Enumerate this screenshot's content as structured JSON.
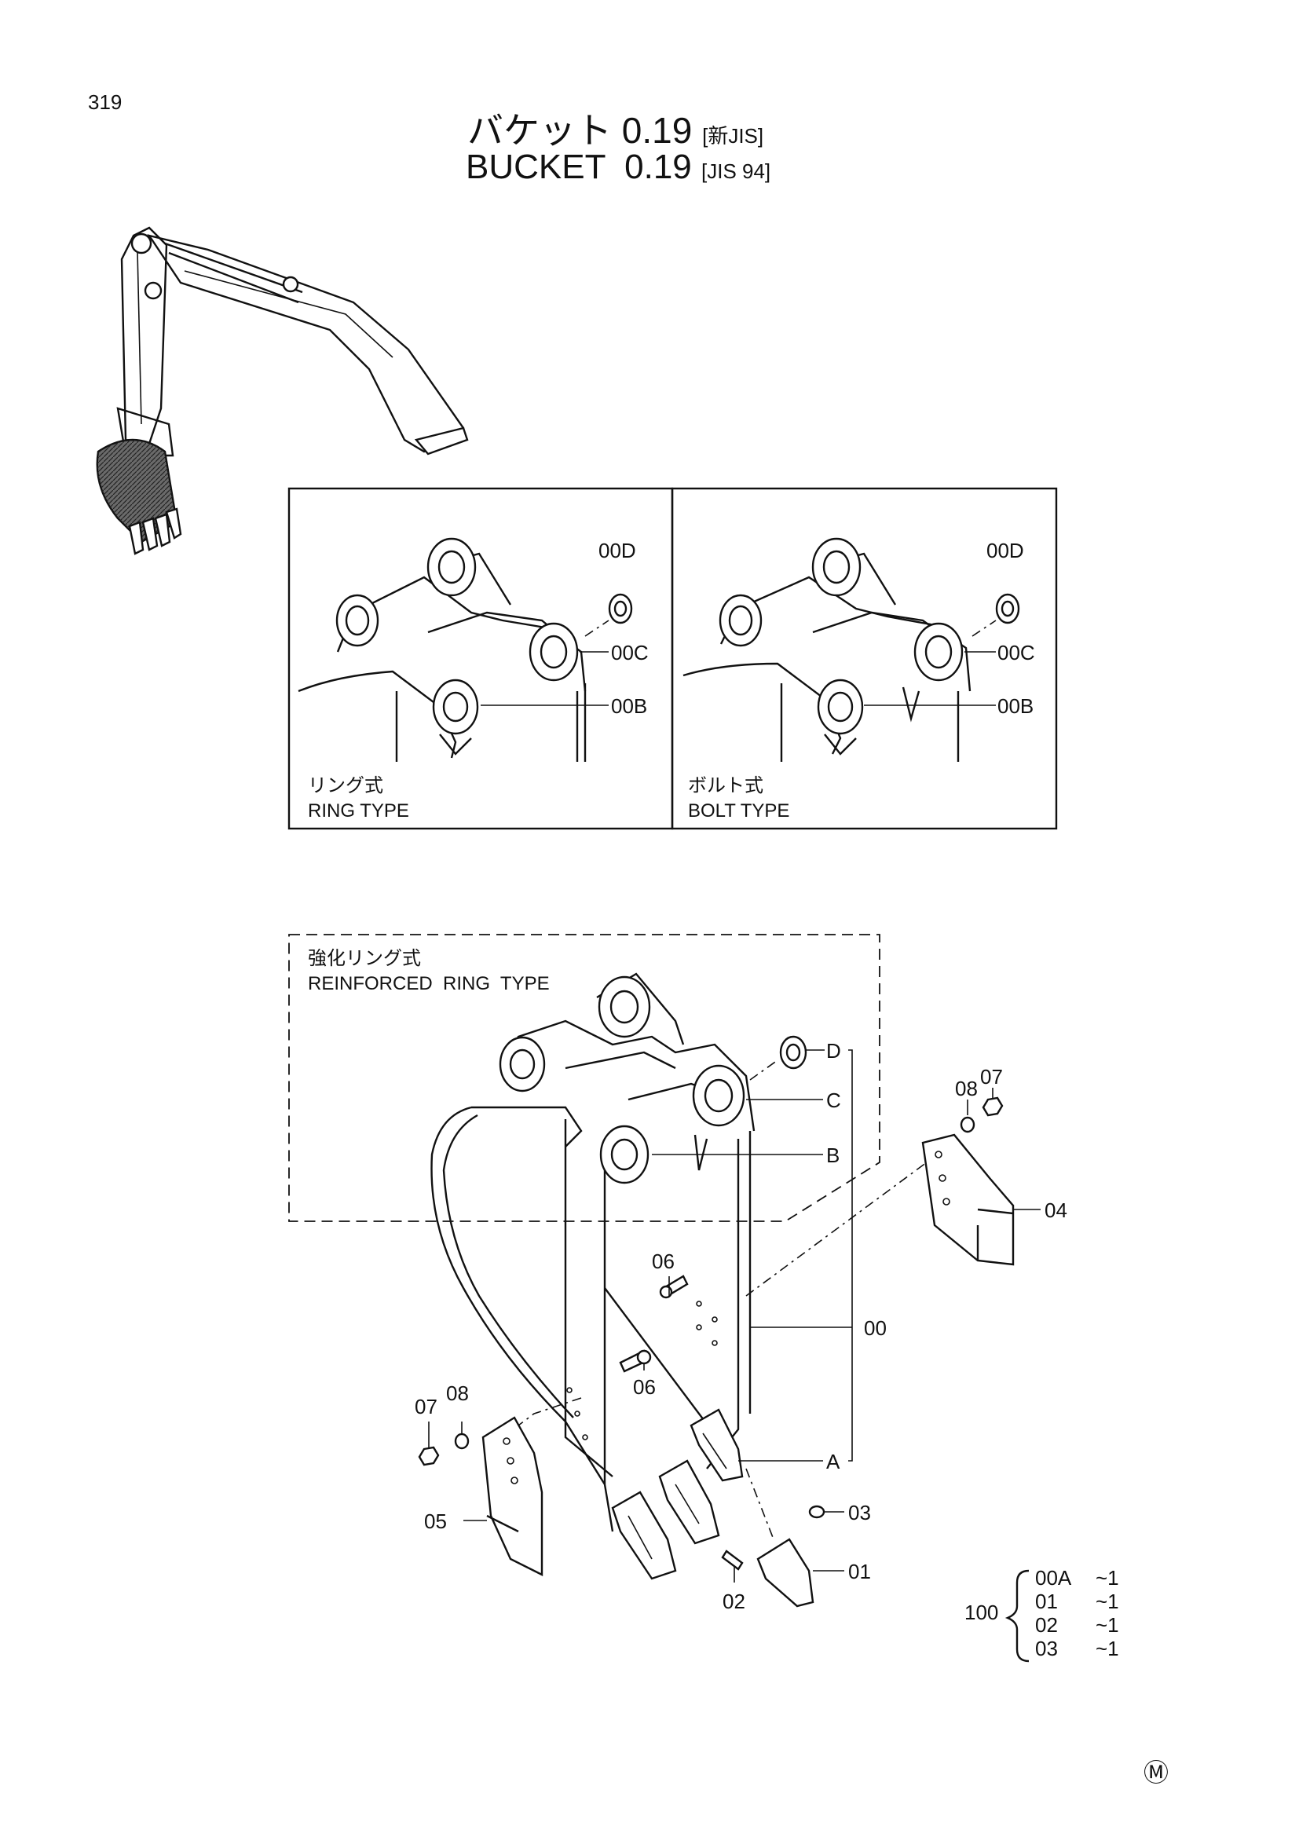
{
  "page": {
    "number": "319",
    "mark": "Ⓜ"
  },
  "title": {
    "jp_main": "バケット 0.19",
    "jp_std": "[新JIS]",
    "en_main": "BUCKET  0.19",
    "en_std": "[JIS 94]"
  },
  "insets": {
    "ring": {
      "caption_jp": "リング式",
      "caption_en": "RING TYPE",
      "labels": [
        "00D",
        "00C",
        "00B"
      ]
    },
    "bolt": {
      "caption_jp": "ボルト式",
      "caption_en": "BOLT TYPE",
      "labels": [
        "00D",
        "00C",
        "00B"
      ]
    }
  },
  "reinforced": {
    "caption_jp": "強化リング式",
    "caption_en": "REINFORCED  RING  TYPE"
  },
  "callouts": {
    "d": "D",
    "c": "C",
    "b": "B",
    "a": "A",
    "p00": "00",
    "p01": "01",
    "p02": "02",
    "p03": "03",
    "p04": "04",
    "p05": "05",
    "p06a": "06",
    "p06b": "06",
    "p07a": "07",
    "p07b": "07",
    "p08a": "08",
    "p08b": "08"
  },
  "kit": {
    "number": "100",
    "items": [
      {
        "part": "00A",
        "qty": "~1"
      },
      {
        "part": "01",
        "qty": "~1"
      },
      {
        "part": "02",
        "qty": "~1"
      },
      {
        "part": "03",
        "qty": "~1"
      }
    ]
  }
}
